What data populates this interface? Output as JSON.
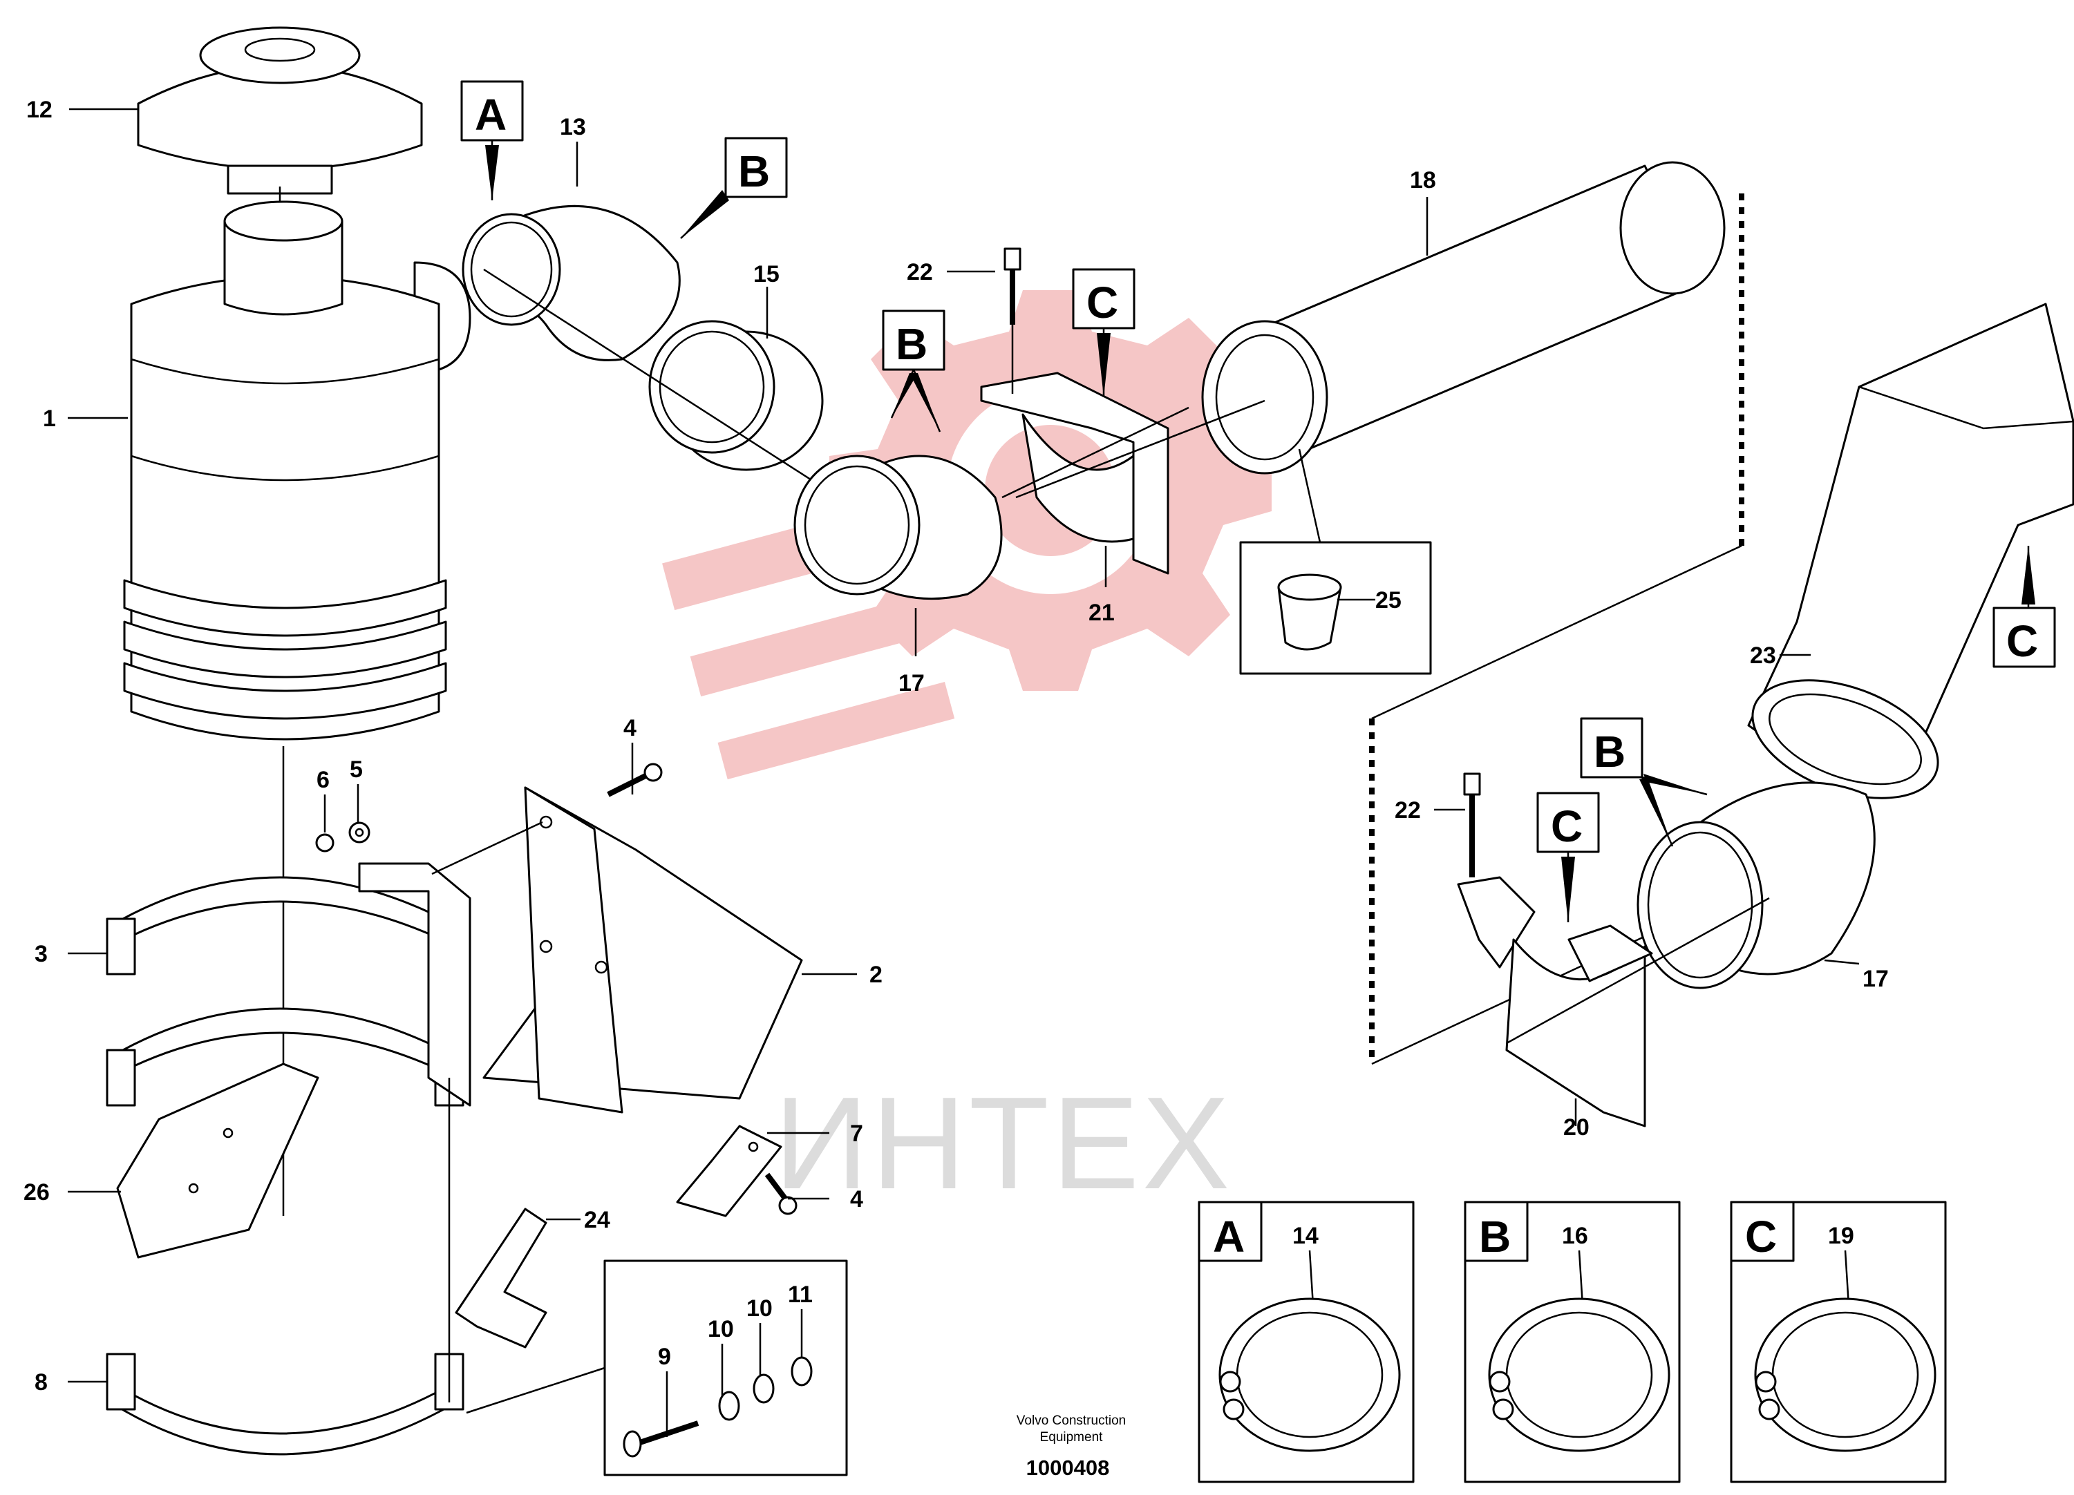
{
  "doc": {
    "credit_line1": "Volvo Construction",
    "credit_line2": "Equipment",
    "number": "1000408"
  },
  "watermark": {
    "text": "ИНТЕХ"
  },
  "callouts": {
    "p1": "1",
    "p2": "2",
    "p3": "3",
    "p4a": "4",
    "p4b": "4",
    "p5": "5",
    "p6": "6",
    "p7": "7",
    "p8": "8",
    "p9": "9",
    "p10a": "10",
    "p10b": "10",
    "p11": "11",
    "p12": "12",
    "p13": "13",
    "p14": "14",
    "p15": "15",
    "p16": "16",
    "p17a": "17",
    "p17b": "17",
    "p18": "18",
    "p19": "19",
    "p20": "20",
    "p21": "21",
    "p22a": "22",
    "p22b": "22",
    "p23": "23",
    "p24": "24",
    "p25": "25",
    "p26": "26"
  },
  "markers": {
    "a_hose": "A",
    "b_hose": "B",
    "b_bend": "B",
    "c_bracket21": "C",
    "c_duct23": "C",
    "b_bend2": "B",
    "c_bracket20": "C"
  },
  "legend": [
    {
      "letter": "A",
      "part": "14"
    },
    {
      "letter": "B",
      "part": "16"
    },
    {
      "letter": "C",
      "part": "19"
    }
  ],
  "colors": {
    "watermark_red": "#f2b8b8",
    "watermark_gray": "#dcdcdc",
    "ink": "#000000"
  }
}
